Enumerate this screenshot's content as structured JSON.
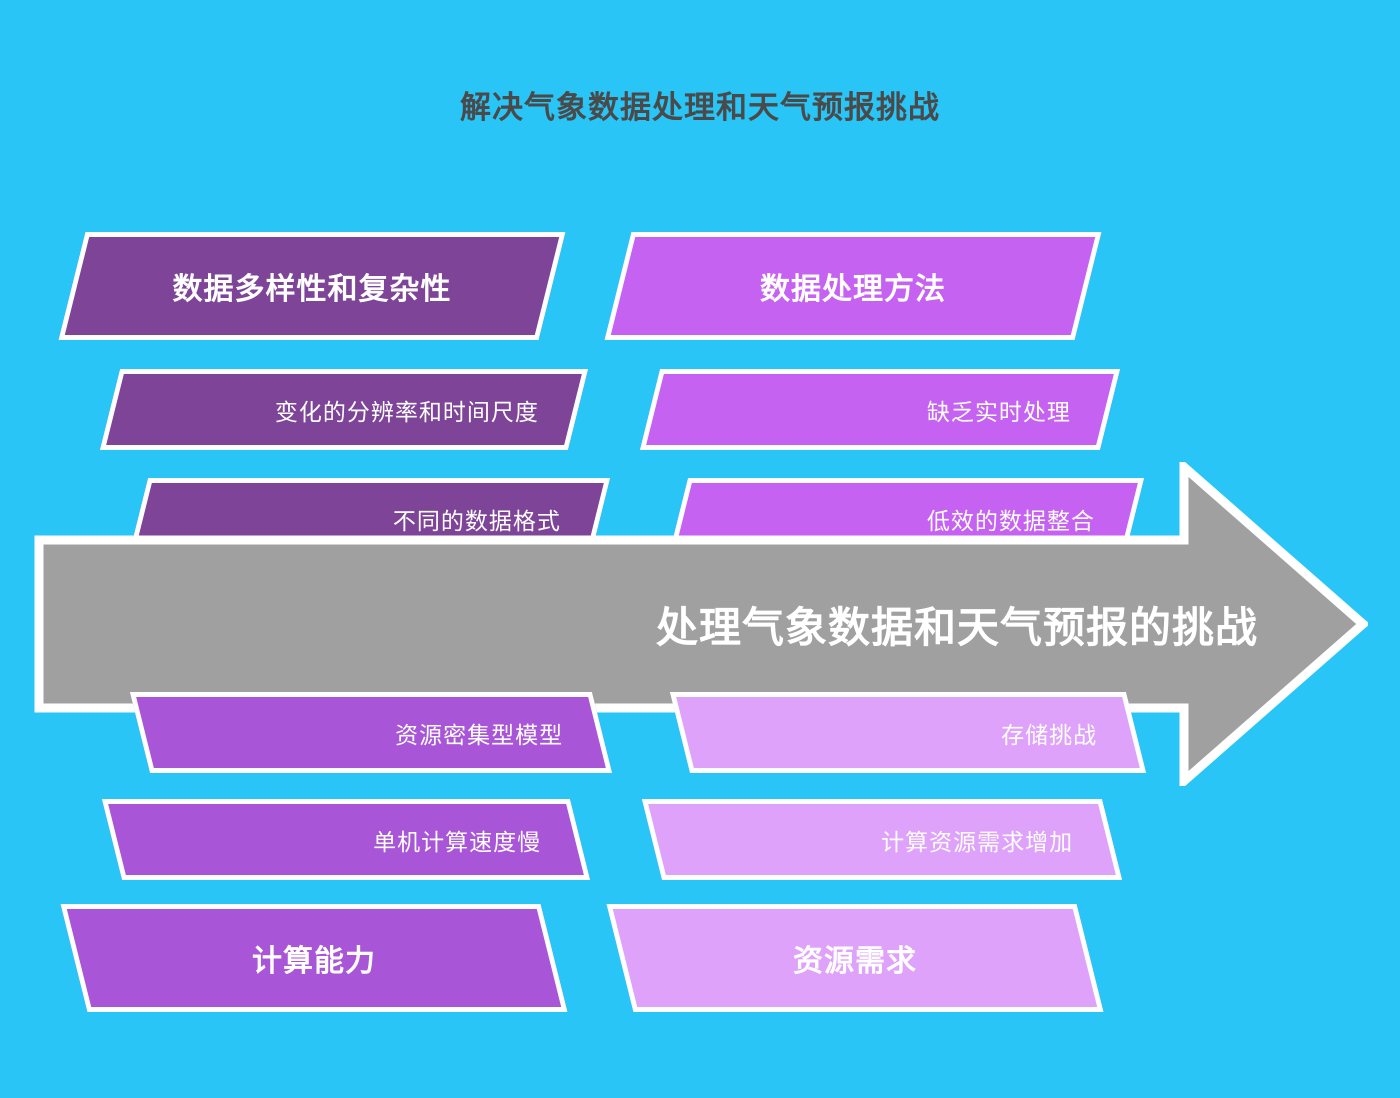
{
  "page": {
    "title": "解决气象数据处理和天气预报挑战",
    "background_color": "#29C5F6",
    "title_color": "#4A4A4A"
  },
  "center_arrow": {
    "label": "处理气象数据和天气预报的挑战",
    "fill_color": "#A0A0A0",
    "border_color": "#FFFFFF",
    "direction": "right"
  },
  "branches": {
    "top_left": {
      "category": "数据多样性和复杂性",
      "fill_color": "#7E4498",
      "causes": [
        "变化的分辨率和时间尺度",
        "不同的数据格式"
      ]
    },
    "top_right": {
      "category": "数据处理方法",
      "fill_color": "#C662F2",
      "causes": [
        "缺乏实时处理",
        "低效的数据整合"
      ]
    },
    "bottom_left": {
      "category": "计算能力",
      "fill_color": "#A855D8",
      "causes": [
        "资源密集型模型",
        "单机计算速度慢"
      ]
    },
    "bottom_right": {
      "category": "资源需求",
      "fill_color": "#DFA2FA",
      "causes": [
        "存储挑战",
        "计算资源需求增加"
      ]
    }
  }
}
